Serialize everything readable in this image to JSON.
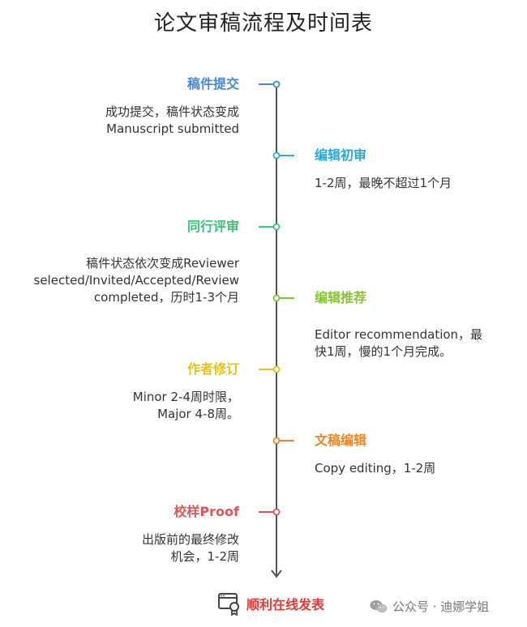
{
  "title": "论文审稿流程及时间表",
  "colors": {
    "axis": "#555555",
    "blue": "#4a86d6",
    "cyan": "#29a9d6",
    "green": "#3cc27a",
    "lime": "#86c232",
    "yellow": "#e3c21b",
    "orange": "#e8872a",
    "red": "#e25555"
  },
  "steps": [
    {
      "label": "稿件提交",
      "side": "left",
      "color": "#4a86d6",
      "desc": [
        "成功提交，稿件状态变成",
        "Manuscript submitted"
      ]
    },
    {
      "label": "编辑初审",
      "side": "right",
      "color": "#29a9d6",
      "desc": [
        "1-2周，最晚不超过1个月"
      ]
    },
    {
      "label": "同行评审",
      "side": "left",
      "color": "#3cc27a",
      "desc": [
        "稿件状态依次变成Reviewer",
        "selected/Invited/Accepted/Review",
        "completed，历时1-3个月"
      ]
    },
    {
      "label": "编辑推荐",
      "side": "right",
      "color": "#86c232",
      "desc": [
        "Editor recommendation，最",
        "快1周，慢的1个月完成。"
      ]
    },
    {
      "label": "作者修订",
      "side": "left",
      "color": "#e3c21b",
      "desc": [
        "Minor 2-4周时限，",
        "Major 4-8周。"
      ]
    },
    {
      "label": "文稿编辑",
      "side": "right",
      "color": "#e8872a",
      "desc": [
        "Copy editing，1-2周"
      ]
    },
    {
      "label": "校样Proof",
      "side": "left",
      "color": "#e25555",
      "desc": [
        "出版前的最终修改",
        "机会，1-2周"
      ]
    }
  ],
  "final": {
    "label": "顺利在线发表",
    "icon": "certificate-icon"
  },
  "watermark": {
    "text": "公众号 · 迪娜学姐",
    "icon": "wechat-icon"
  }
}
